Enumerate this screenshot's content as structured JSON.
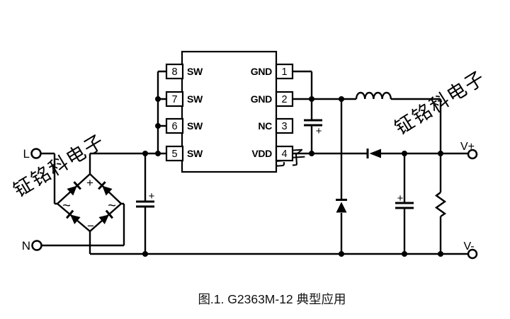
{
  "figure": {
    "caption": "图.1. G2363M-12 典型应用"
  },
  "watermark": {
    "text": "钲铭科电子",
    "color": "#c9c9c9"
  },
  "ic": {
    "left_pins": [
      {
        "number": "8",
        "label": "SW"
      },
      {
        "number": "7",
        "label": "SW"
      },
      {
        "number": "6",
        "label": "SW"
      },
      {
        "number": "5",
        "label": "SW"
      }
    ],
    "right_pins": [
      {
        "number": "1",
        "label": "GND"
      },
      {
        "number": "2",
        "label": "GND"
      },
      {
        "number": "3",
        "label": "NC"
      },
      {
        "number": "4",
        "label": "VDD"
      }
    ]
  },
  "terminals": {
    "line": "L",
    "neutral": "N",
    "v_plus": "V+",
    "v_minus": "V-"
  },
  "bridge": {
    "plus": "+",
    "minus": "−",
    "ac_left": "~",
    "ac_right": "~"
  },
  "symbols": {
    "cap_plus": "+"
  },
  "colors": {
    "line": "#000000",
    "background": "#ffffff",
    "watermark": "#c9c9c9"
  }
}
